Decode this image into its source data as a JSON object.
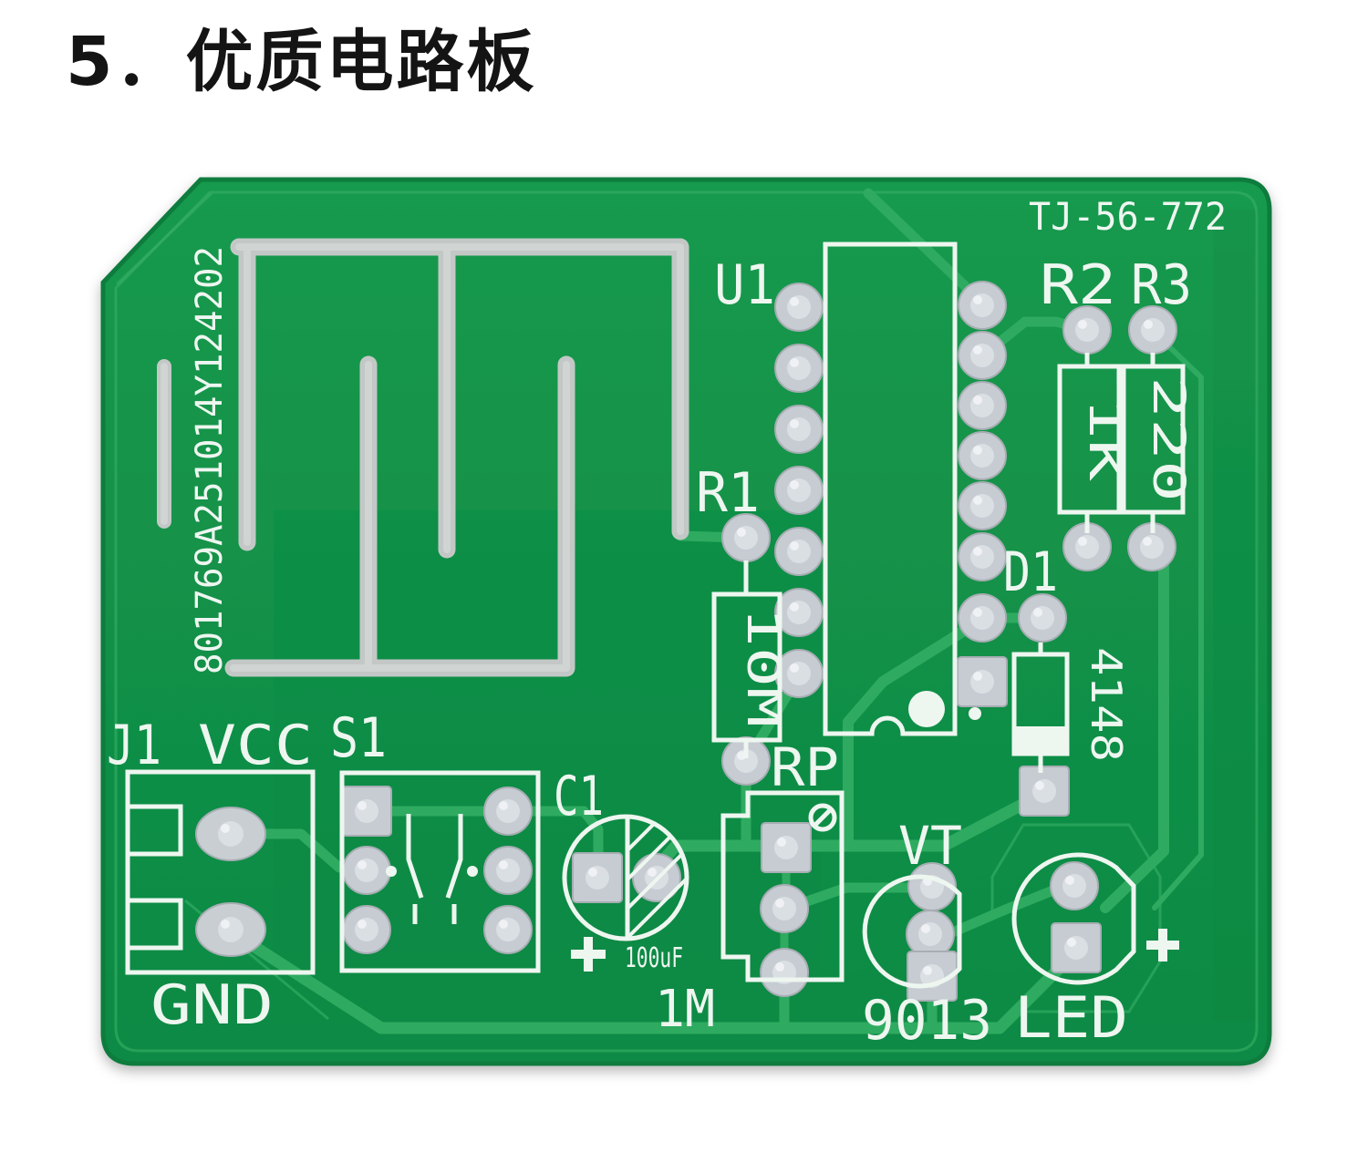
{
  "title": "5．优质电路板",
  "board": {
    "model_code": "TJ-56-772",
    "serial_number": "801769A251014Y124202",
    "colors": {
      "background": "#ffffff",
      "title_text": "#141414",
      "pcb_green": "#12914a",
      "trace_green": "#2fab61",
      "silkscreen_white": "#eef6f0",
      "pad_silver": "#c6ccd2",
      "antenna_silver": "#c3c8c6",
      "board_edge_dark": "#0b7b3e"
    },
    "components": {
      "u1": {
        "ref": "U1"
      },
      "r1": {
        "ref": "R1",
        "value": "10M"
      },
      "r2": {
        "ref": "R2",
        "value": "1K"
      },
      "r3": {
        "ref": "R3",
        "value": "220"
      },
      "d1": {
        "ref": "D1",
        "value": "4148"
      },
      "c1": {
        "ref": "C1",
        "value": "100uF",
        "polarity": "+"
      },
      "rp": {
        "ref": "RP",
        "value": "1M"
      },
      "vt": {
        "ref": "VT",
        "value": "9013"
      },
      "led": {
        "ref": "LED",
        "polarity": "+"
      },
      "j1": {
        "ref": "J1",
        "vcc": "VCC",
        "gnd": "GND"
      },
      "s1": {
        "ref": "S1"
      }
    }
  }
}
